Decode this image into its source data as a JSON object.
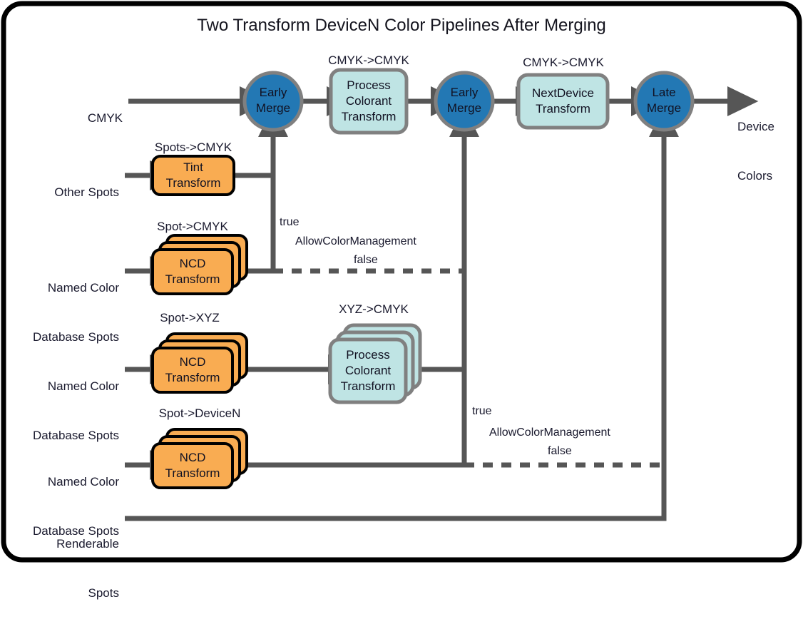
{
  "title": "Two Transform DeviceN Color Pipelines After Merging",
  "colors": {
    "frame": "#000000",
    "background": "#ffffff",
    "merge_fill": "#2378b4",
    "merge_stroke": "#808080",
    "transform_fill": "#bfe4e4",
    "transform_stroke": "#808080",
    "ncd_fill": "#f9ac52",
    "ncd_stroke": "#000000",
    "arrow": "#565656",
    "text": "#1a1a2e"
  },
  "inputs": [
    {
      "name": "input-cmyk",
      "line1": "CMYK",
      "line2": ""
    },
    {
      "name": "input-other-spots",
      "line1": "Other Spots",
      "line2": ""
    },
    {
      "name": "input-named-color-db-spots-1",
      "line1": "Named Color",
      "line2": "Database Spots"
    },
    {
      "name": "input-named-color-db-spots-2",
      "line1": "Named Color",
      "line2": "Database Spots"
    },
    {
      "name": "input-named-color-db-spots-3",
      "line1": "Named Color",
      "line2": "Database Spots"
    },
    {
      "name": "input-renderable-spots",
      "line1": "Renderable",
      "line2": "Spots"
    }
  ],
  "output": {
    "name": "output-device-colors",
    "line1": "Device",
    "line2": "Colors"
  },
  "nodes": {
    "early_merge_1": {
      "line1": "Early",
      "line2": "Merge"
    },
    "early_merge_2": {
      "line1": "Early",
      "line2": "Merge"
    },
    "late_merge": {
      "line1": "Late",
      "line2": "Merge"
    },
    "process_colorant_transform_top": {
      "line1": "Process",
      "line2": "Colorant",
      "line3": "Transform"
    },
    "next_device_transform": {
      "line1": "NextDevice",
      "line2": "Transform"
    },
    "tint_transform": {
      "line1": "Tint",
      "line2": "Transform"
    },
    "ncd_transform_cmyk": {
      "line1": "NCD",
      "line2": "Transform"
    },
    "process_colorant_transform_xyz": {
      "line1": "Process",
      "line2": "Colorant",
      "line3": "Transform"
    },
    "ncd_transform_xyz": {
      "line1": "NCD",
      "line2": "Transform"
    },
    "ncd_transform_devicen": {
      "line1": "NCD",
      "line2": "Transform"
    }
  },
  "captions": {
    "pct_top": "CMYK->CMYK",
    "ndt": "CMYK->CMYK",
    "tint": "Spots->CMYK",
    "ncd_cmyk": "Spot->CMYK",
    "pct_xyz": "XYZ->CMYK",
    "ncd_xyz": "Spot->XYZ",
    "ncd_devicen": "Spot->DeviceN"
  },
  "conditions": [
    {
      "name": "allow-color-management-upper",
      "true_label": "true",
      "property": "AllowColorManagement",
      "false_label": "false"
    },
    {
      "name": "allow-color-management-lower",
      "true_label": "true",
      "property": "AllowColorManagement",
      "false_label": "false"
    }
  ]
}
